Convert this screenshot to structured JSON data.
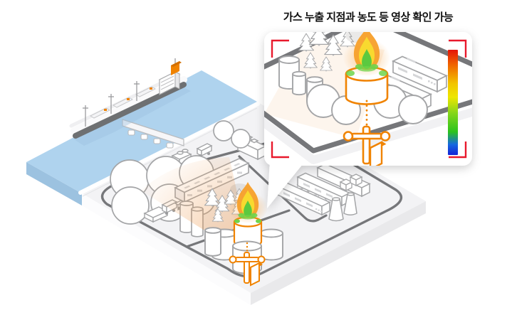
{
  "title": "가스 누출 지점과 농도 등 영상 확인 가능",
  "callout": {
    "purpose": "zoomed-camera-view-of-gas-leak",
    "scale": {
      "name": "gas-concentration-color-scale",
      "stops": [
        {
          "offset": "0%",
          "color": "#e41408"
        },
        {
          "offset": "15%",
          "color": "#f06800"
        },
        {
          "offset": "32%",
          "color": "#f2c400"
        },
        {
          "offset": "45%",
          "color": "#eee600"
        },
        {
          "offset": "60%",
          "color": "#86d61a"
        },
        {
          "offset": "78%",
          "color": "#2bc31e"
        },
        {
          "offset": "90%",
          "color": "#1668e0"
        },
        {
          "offset": "100%",
          "color": "#1523d6"
        }
      ]
    },
    "bracket_icon": "camera-viewfinder-brackets"
  },
  "scene": {
    "areas": {
      "sea": "sea-water",
      "ship": "lng-carrier-ship",
      "pier": "loading-pier",
      "spheres": "spherical-storage-tanks",
      "cylinders": "cylindrical-storage-tanks",
      "warehouse": "warehouse-building",
      "offices": "plant-buildings",
      "towers": "cooling-towers",
      "trees": "pine-trees",
      "vehicles": "service-vehicles",
      "flame": "gas-leak-flame",
      "detector": "gas-leak-detector-camera",
      "cone": "detection-field-of-view"
    }
  },
  "colors": {
    "accent": "#F08300",
    "red": "#E8192C",
    "road": "#76777A",
    "outline": "#A4A5A7",
    "water": "#AFD3EE",
    "waterside": "#9CC2E0",
    "land": "#F3F3F5",
    "landside": "#E9E9EB",
    "hull": "#6E7072",
    "cone": "#ED9A4F",
    "forange": "#F7A02C",
    "fyellow": "#F8D92F",
    "fgreen": "#5BC93F",
    "fgreenl": "#6FD44B",
    "smoke": "#8A8580",
    "slit": "#D5D6D8",
    "title": "#111111"
  }
}
